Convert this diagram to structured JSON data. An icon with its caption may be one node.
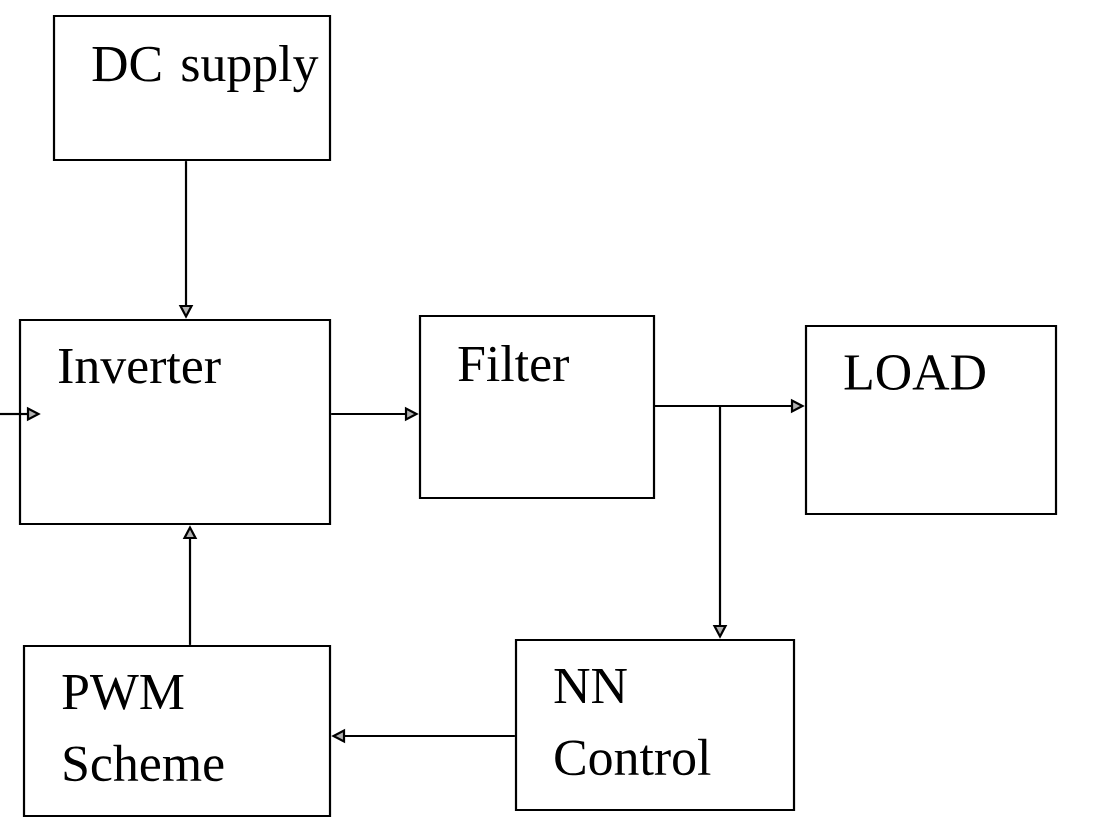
{
  "diagram": {
    "nodes": [
      {
        "text": [
          "DC supply"
        ]
      },
      {
        "text": [
          "Inverter"
        ]
      },
      {
        "text": [
          "Filter"
        ]
      },
      {
        "text": [
          "LOAD"
        ]
      },
      {
        "text": [
          "NN Control"
        ]
      },
      {
        "text": [
          "PWM Scheme"
        ]
      }
    ],
    "edges": [
      {
        "from": 0,
        "to": 1,
        "arrow": "to"
      },
      {
        "from": null,
        "to": 1,
        "arrow": "to"
      },
      {
        "from": 1,
        "to": 2,
        "arrow": "to"
      },
      {
        "from": 2,
        "to": 3,
        "arrow": "to"
      },
      {
        "from": 2,
        "to": 4,
        "arrow": "to"
      },
      {
        "from": 4,
        "to": 5,
        "arrow": "to"
      },
      {
        "from": 5,
        "to": 1,
        "arrow": "to"
      }
    ]
  }
}
